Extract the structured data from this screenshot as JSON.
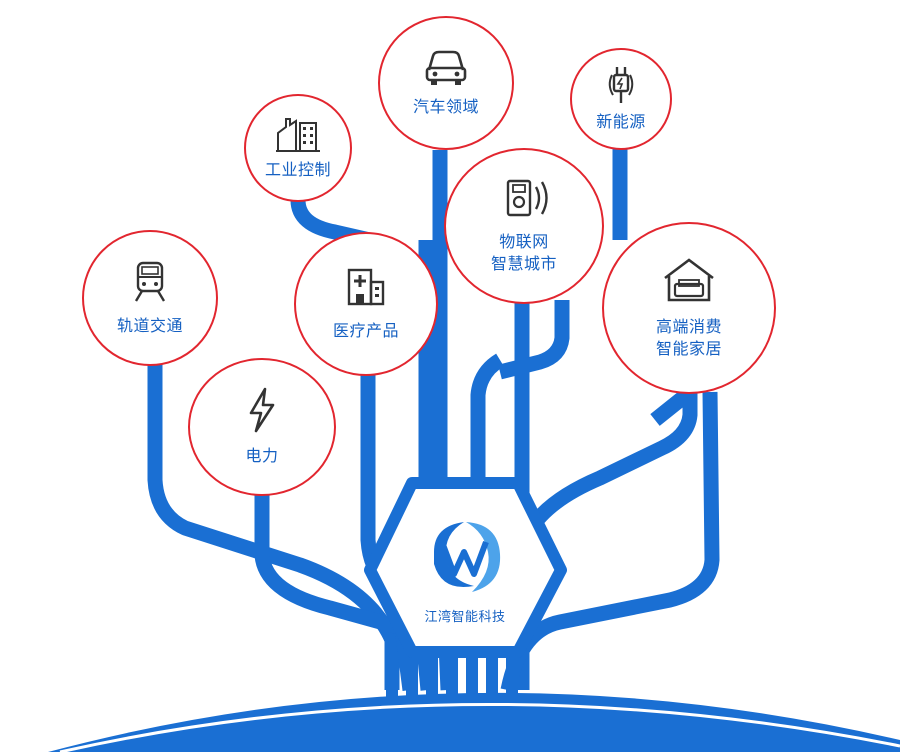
{
  "colors": {
    "branch_blue": "#1a6fd3",
    "hub_stroke": "#1560c2",
    "label_blue": "#1560c2",
    "ring_red": "#e2262f",
    "icon_dark": "#333333"
  },
  "hub": {
    "label": "江湾智能科技",
    "logo_icon": "w-swoosh-logo-icon"
  },
  "nodes": [
    {
      "id": "rail",
      "lines": [
        "轨道交通"
      ],
      "icon": "train-icon"
    },
    {
      "id": "power",
      "lines": [
        "电力"
      ],
      "icon": "lightning-icon"
    },
    {
      "id": "industry",
      "lines": [
        "工业控制"
      ],
      "icon": "factory-icon"
    },
    {
      "id": "medical",
      "lines": [
        "医疗产品"
      ],
      "icon": "hospital-icon"
    },
    {
      "id": "auto",
      "lines": [
        "汽车领域"
      ],
      "icon": "car-icon"
    },
    {
      "id": "iot",
      "lines": [
        "物联网",
        "智慧城市"
      ],
      "icon": "smart-device-icon"
    },
    {
      "id": "energy",
      "lines": [
        "新能源"
      ],
      "icon": "charging-plug-icon"
    },
    {
      "id": "home",
      "lines": [
        "高端消费",
        "智能家居"
      ],
      "icon": "house-sofa-icon"
    }
  ]
}
